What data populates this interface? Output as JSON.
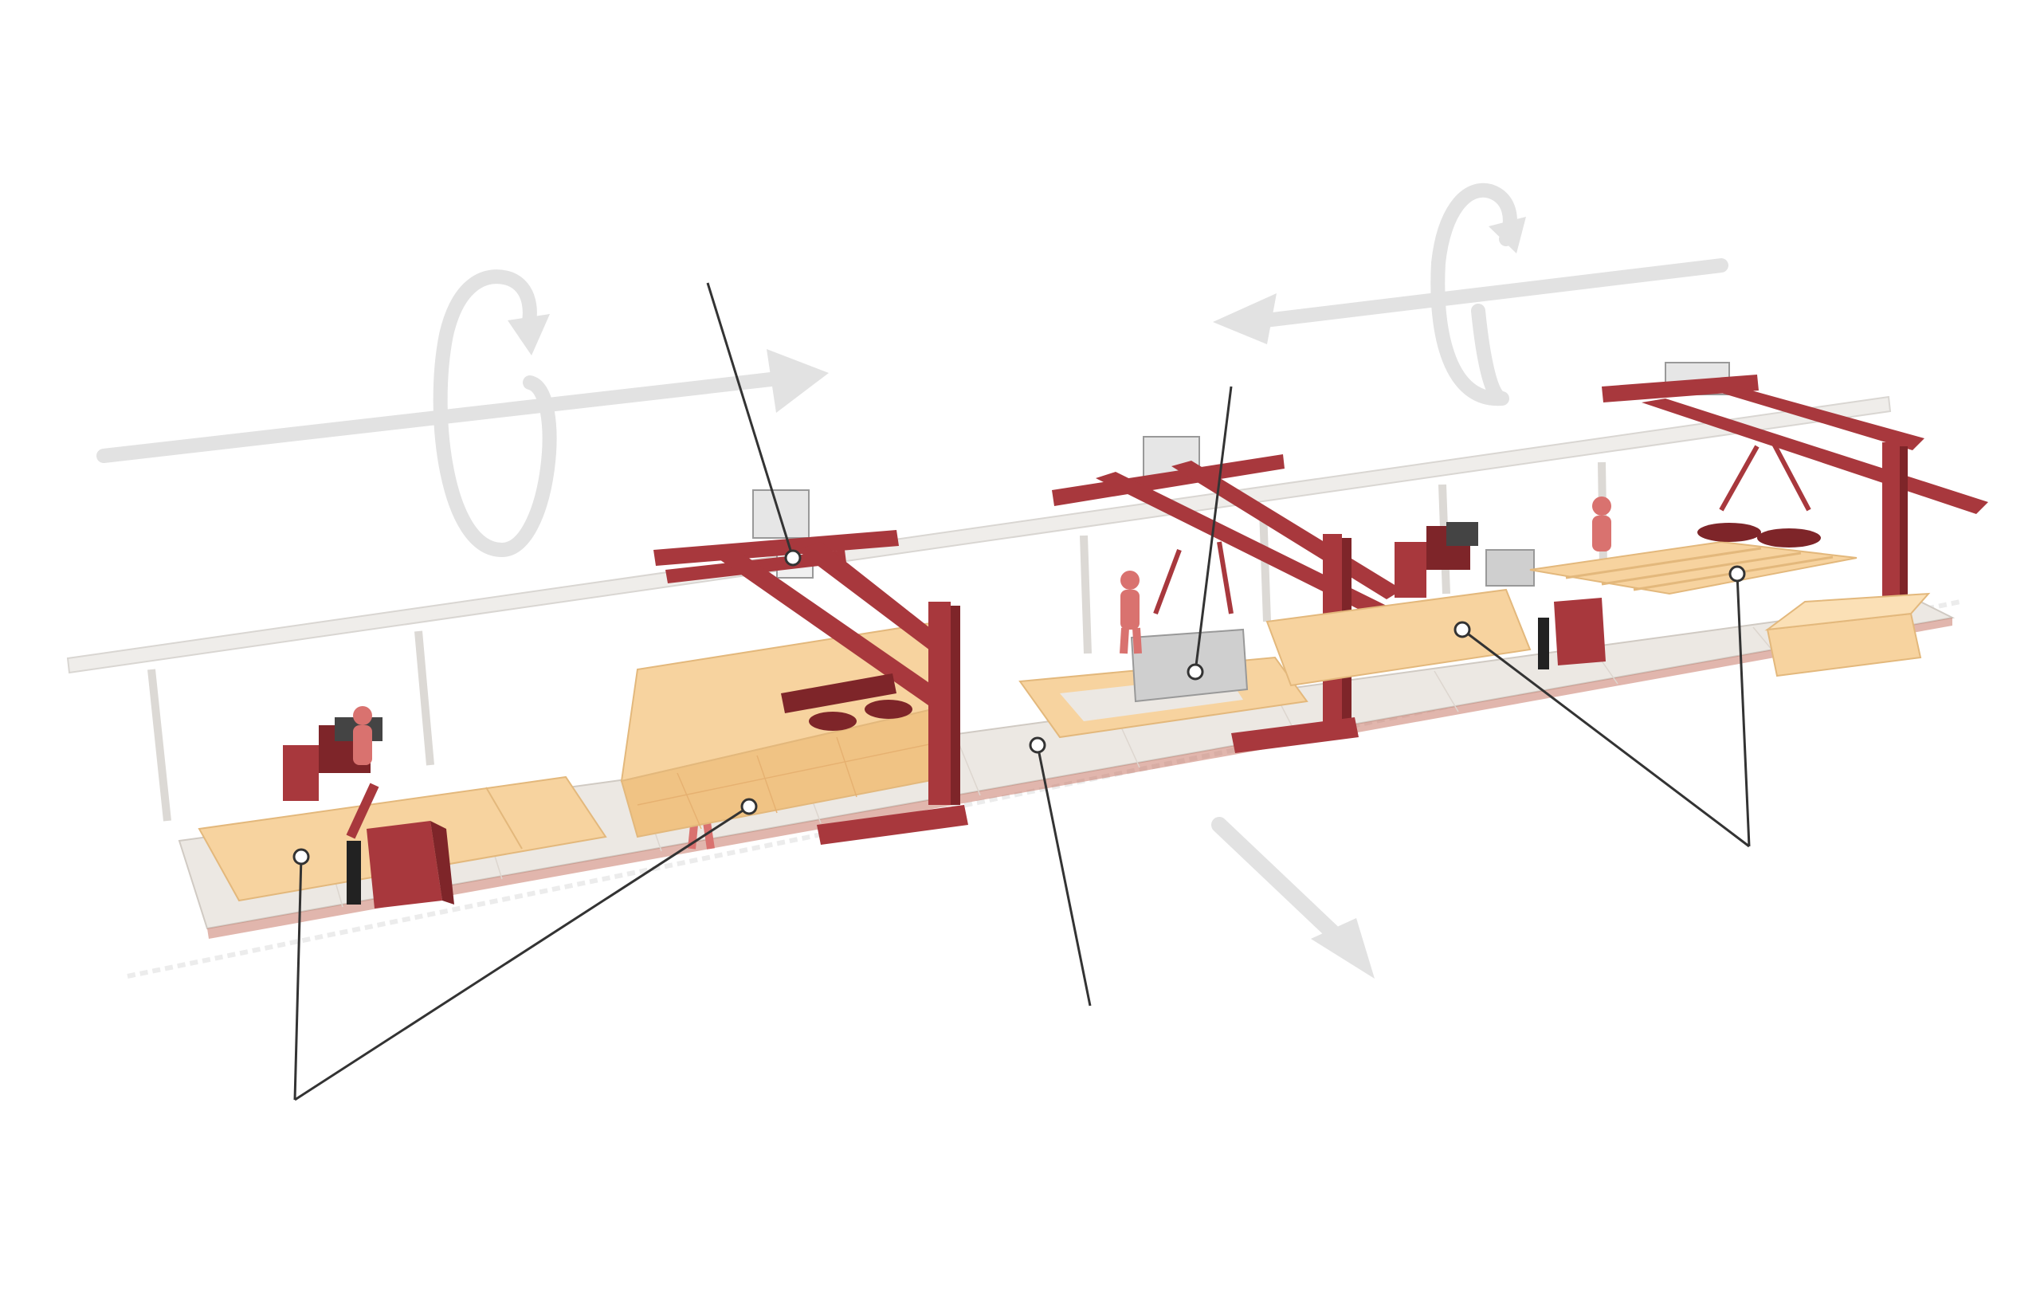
{
  "diagram": {
    "title": "",
    "palette": {
      "machine_red": "#a8383d",
      "machine_red_dark": "#7e2529",
      "figure_red": "#d9726f",
      "panel_wood": "#f7d39f",
      "panel_wood_dark": "#e8b877",
      "table_grey": "#ece8e3",
      "rail_grey": "#d9d6d2",
      "flow_arrow_grey": "#e2e2e2",
      "leader_line": "#333333"
    },
    "flow_arrows": [
      {
        "name": "infeed-arrow",
        "direction": "right",
        "rotating": true
      },
      {
        "name": "return-arrow",
        "direction": "left",
        "rotating": true
      },
      {
        "name": "outfeed-arrow",
        "direction": "down-right",
        "rotating": false
      }
    ],
    "stations": [
      {
        "name": "station-nailing-bridge-1",
        "operators": 2
      },
      {
        "name": "station-tilting-table",
        "operators": 1
      },
      {
        "name": "station-multi-function-bridge-1",
        "operators": 0
      },
      {
        "name": "station-framing-table",
        "operators": 1
      },
      {
        "name": "station-nailing-bridge-2",
        "operators": 0
      },
      {
        "name": "station-butterfly-table",
        "operators": 1
      }
    ],
    "callouts": [
      {
        "name": "callout-wall-panels",
        "label": ""
      },
      {
        "name": "callout-gantry-unit-1",
        "label": ""
      },
      {
        "name": "callout-conveyor-table",
        "label": ""
      },
      {
        "name": "callout-gantry-unit-2",
        "label": ""
      },
      {
        "name": "callout-finished-panels",
        "label": ""
      }
    ]
  }
}
